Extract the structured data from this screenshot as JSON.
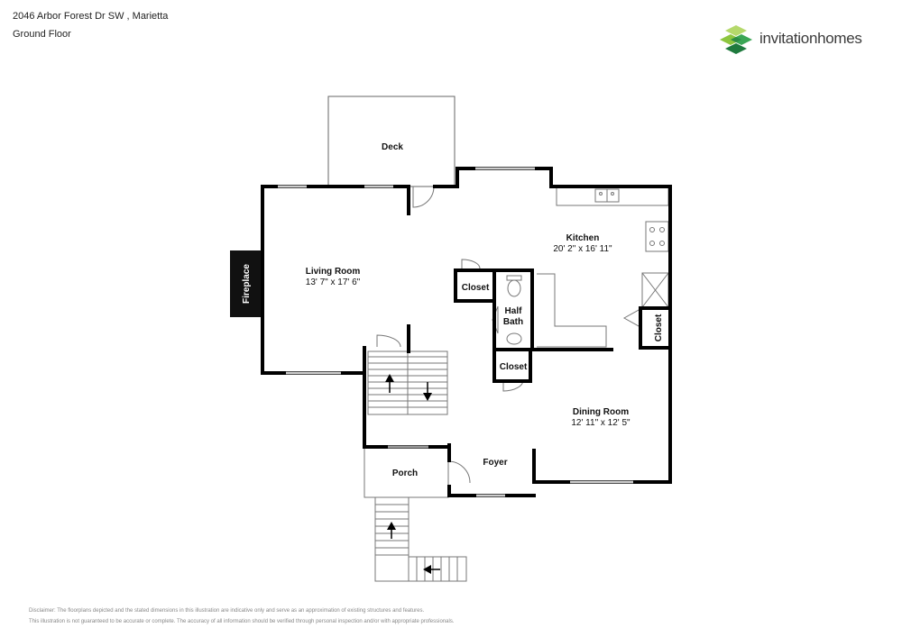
{
  "header": {
    "address": "2046 Arbor Forest Dr SW , Marietta",
    "floor": "Ground Floor"
  },
  "logo": {
    "text_light": "invitation",
    "text_bold": "homes",
    "colors": [
      "#8dc63f",
      "#3aa655",
      "#1f7a3e",
      "#b5d96b"
    ]
  },
  "rooms": {
    "deck": {
      "name": "Deck"
    },
    "kitchen": {
      "name": "Kitchen",
      "dims": "20' 2\" x 16' 11\""
    },
    "living": {
      "name": "Living Room",
      "dims": "13' 7\" x 17' 6\""
    },
    "fireplace": {
      "name": "Fireplace"
    },
    "closet_left": {
      "name": "Closet"
    },
    "half_bath": {
      "line1": "Half",
      "line2": "Bath"
    },
    "closet_right": {
      "name": "Closet"
    },
    "closet_mid": {
      "name": "Closet"
    },
    "dining": {
      "name": "Dining Room",
      "dims": "12' 11\" x 12' 5\""
    },
    "porch": {
      "name": "Porch"
    },
    "foyer": {
      "name": "Foyer"
    }
  },
  "disclaimer": {
    "line1": "Disclaimer: The floorplans depicted and the stated dimensions in this illustration are indicative only and serve as an approximation of existing structures and features.",
    "line2": "This illustration is not guaranteed to be accurate or complete. The accuracy of all information should be verified through personal inspection and/or with appropriate professionals."
  }
}
